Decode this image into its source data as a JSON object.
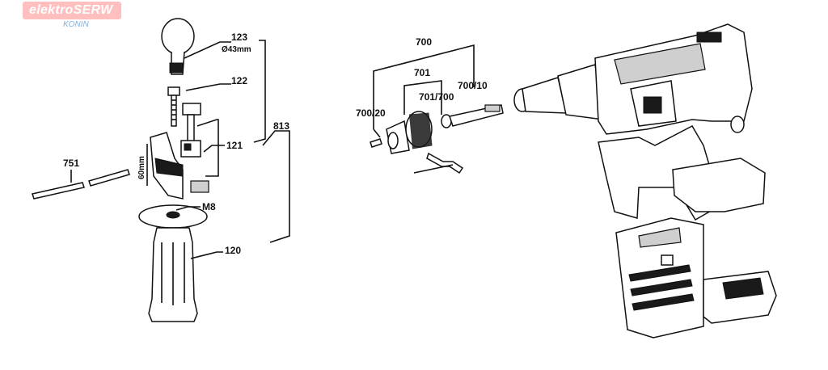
{
  "logo": {
    "brand": "elektroSERW",
    "city": "KONIN"
  },
  "callouts": {
    "p123": "123",
    "p123_spec": "Ø43mm",
    "p122": "122",
    "p121": "121",
    "p813": "813",
    "p751": "751",
    "m8": "M8",
    "p120": "120",
    "dim60": "60mm",
    "p700": "700",
    "p701": "701",
    "p701_700": "701/700",
    "p700_10": "700/10",
    "p700_20": "700/20"
  }
}
